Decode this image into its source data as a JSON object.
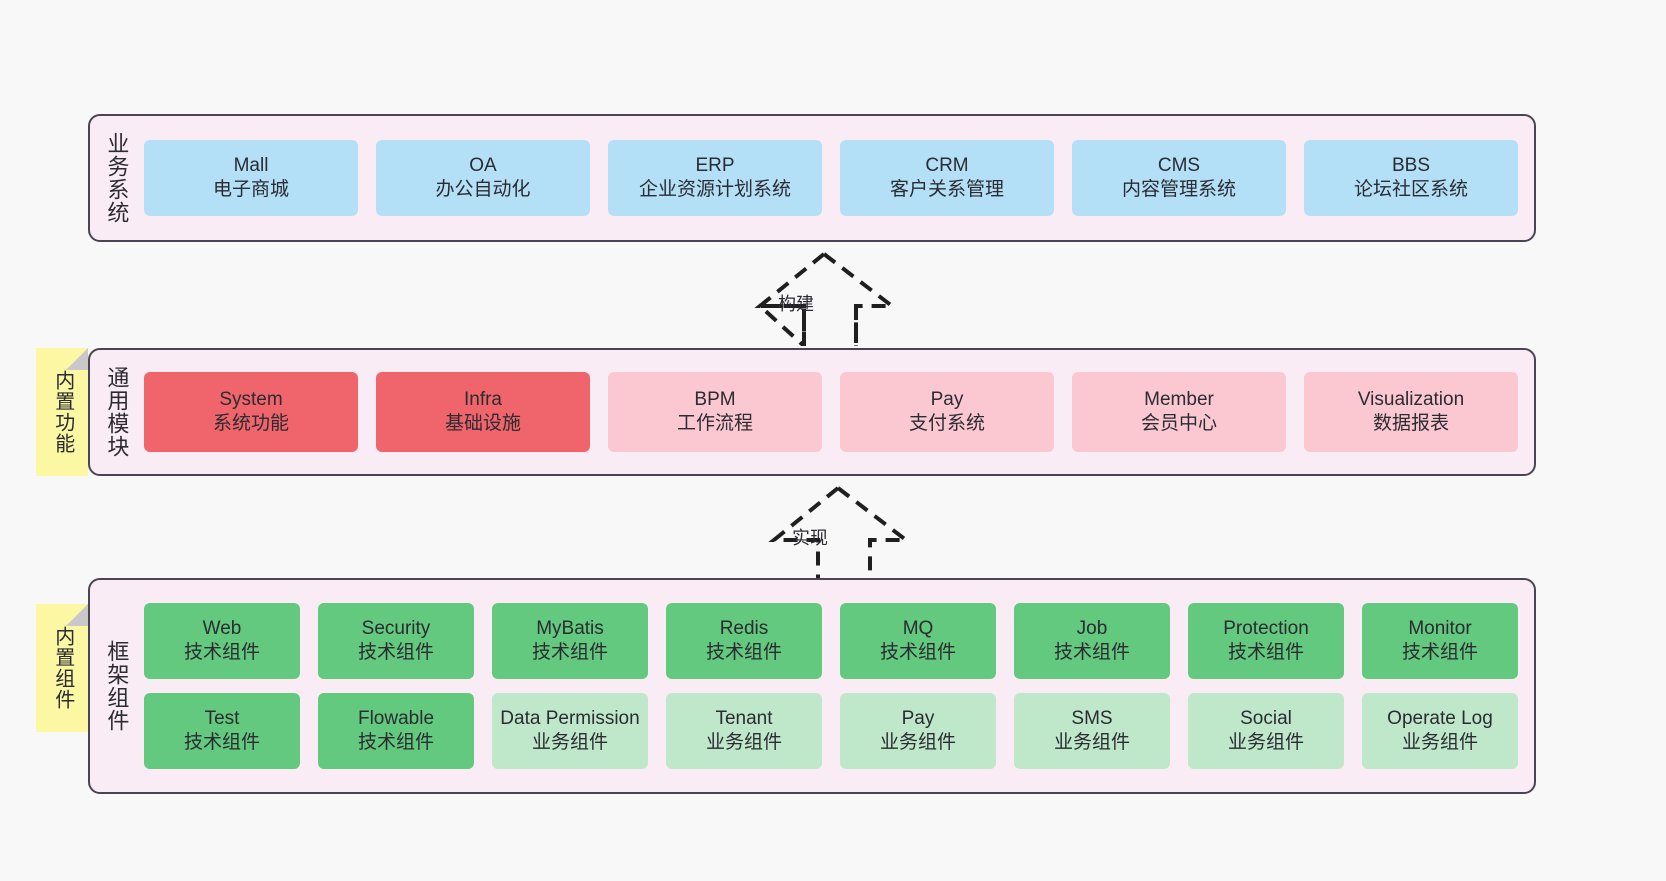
{
  "diagram": {
    "layers": [
      {
        "id": "business",
        "title": "业务系统",
        "rows": [
          [
            {
              "name": "Mall",
              "sub": "电子商城"
            },
            {
              "name": "OA",
              "sub": "办公自动化"
            },
            {
              "name": "ERP",
              "sub": "企业资源计划系统"
            },
            {
              "name": "CRM",
              "sub": "客户关系管理"
            },
            {
              "name": "CMS",
              "sub": "内容管理系统"
            },
            {
              "name": "BBS",
              "sub": "论坛社区系统"
            }
          ]
        ]
      },
      {
        "id": "modules",
        "title": "通用模块",
        "rows": [
          [
            {
              "name": "System",
              "sub": "系统功能"
            },
            {
              "name": "Infra",
              "sub": "基础设施"
            },
            {
              "name": "BPM",
              "sub": "工作流程"
            },
            {
              "name": "Pay",
              "sub": "支付系统"
            },
            {
              "name": "Member",
              "sub": "会员中心"
            },
            {
              "name": "Visualization",
              "sub": "数据报表"
            }
          ]
        ]
      },
      {
        "id": "framework",
        "title": "框架组件",
        "rows": [
          [
            {
              "name": "Web",
              "sub": "技术组件"
            },
            {
              "name": "Security",
              "sub": "技术组件"
            },
            {
              "name": "MyBatis",
              "sub": "技术组件"
            },
            {
              "name": "Redis",
              "sub": "技术组件"
            },
            {
              "name": "MQ",
              "sub": "技术组件"
            },
            {
              "name": "Job",
              "sub": "技术组件"
            },
            {
              "name": "Protection",
              "sub": "技术组件"
            },
            {
              "name": "Monitor",
              "sub": "技术组件"
            }
          ],
          [
            {
              "name": "Test",
              "sub": "技术组件"
            },
            {
              "name": "Flowable",
              "sub": "技术组件"
            },
            {
              "name": "Data Permission",
              "sub": "业务组件"
            },
            {
              "name": "Tenant",
              "sub": "业务组件"
            },
            {
              "name": "Pay",
              "sub": "业务组件"
            },
            {
              "name": "SMS",
              "sub": "业务组件"
            },
            {
              "name": "Social",
              "sub": "业务组件"
            },
            {
              "name": "Operate Log",
              "sub": "业务组件"
            }
          ]
        ]
      }
    ],
    "notes": [
      {
        "id": "builtin-features",
        "label": "内置功能"
      },
      {
        "id": "builtin-components",
        "label": "内置组件"
      }
    ],
    "connectors": [
      {
        "id": "build",
        "label": "构建"
      },
      {
        "id": "impl",
        "label": "实现"
      }
    ],
    "colors": {
      "background": "#f8f8f8",
      "layer_fill": "#faecf5",
      "layer_border": "#4a4453",
      "business_cell": "#b4e0f7",
      "module_highlight": "#f0656b",
      "module_normal": "#fbc8d2",
      "tech_component": "#63c97e",
      "business_component": "#bfe8cb",
      "note_fill": "#fbf7a3",
      "note_fold": "#c9c9c9",
      "connector": "#1f1f1f",
      "text": "#2b2b32"
    }
  }
}
